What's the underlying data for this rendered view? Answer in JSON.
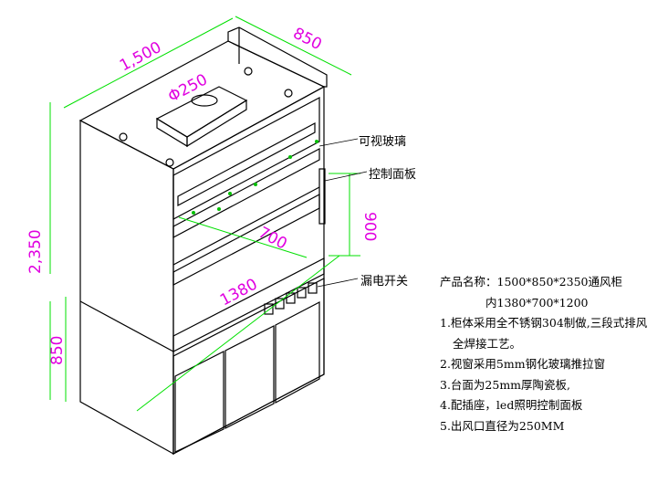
{
  "dimensions": {
    "width": "1,500",
    "depth": "850",
    "duct": "Φ250",
    "height": "2,350",
    "base_height": "850",
    "window_height": "900",
    "inner_depth": "700",
    "inner_width": "1380"
  },
  "callouts": {
    "glass": "可视玻璃",
    "control_panel": "控制面板",
    "leakage_switch": "漏电开关"
  },
  "spec": {
    "name_line": "产品名称：1500*850*2350通风柜",
    "inner_line": "内1380*700*1200",
    "items": [
      "1.柜体采用全不锈钢304制做,三段式排风",
      "全焊接工艺。",
      "2.视窗采用5mm钢化玻璃推拉窗",
      "3.台面为25mm厚陶瓷板,",
      "4.配插座，led照明控制面板",
      "5.出风口直径为250MM"
    ]
  },
  "colors": {
    "dimension_line": "#00e000",
    "dimension_text": "#e000e0",
    "line": "#000000"
  }
}
